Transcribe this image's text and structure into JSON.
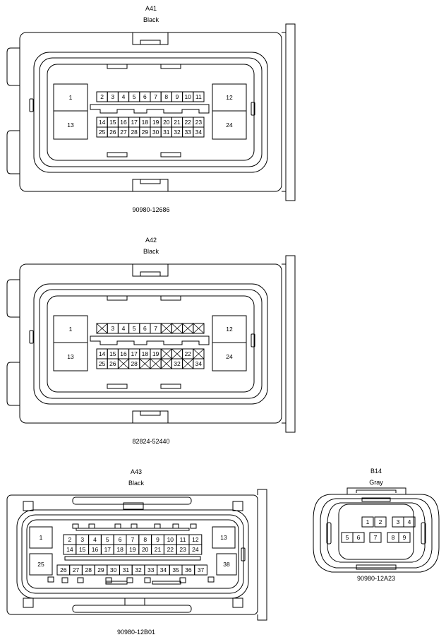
{
  "connectors": [
    {
      "id": "A41",
      "color": "Black",
      "part": "90980-12686",
      "left_pins": [
        {
          "pin": "1"
        },
        {
          "pin": "13"
        }
      ],
      "right_pins": [
        {
          "pin": "12"
        },
        {
          "pin": "24"
        }
      ],
      "top_row": [
        "2",
        "3",
        "4",
        "5",
        "6",
        "7",
        "8",
        "9",
        "10",
        "11"
      ],
      "row2": [
        "14",
        "15",
        "16",
        "17",
        "18",
        "19",
        "20",
        "21",
        "22",
        "23"
      ],
      "row3": [
        "25",
        "26",
        "27",
        "28",
        "29",
        "30",
        "31",
        "32",
        "33",
        "34"
      ]
    },
    {
      "id": "A42",
      "color": "Black",
      "part": "82824-52440",
      "left_pins": [
        {
          "pin": "1"
        },
        {
          "pin": "13"
        }
      ],
      "right_pins": [
        {
          "pin": "12"
        },
        {
          "pin": "24"
        }
      ],
      "top_row": [
        "",
        "3",
        "4",
        "5",
        "6",
        "7",
        "",
        "",
        "",
        ""
      ],
      "row2": [
        "14",
        "15",
        "16",
        "17",
        "18",
        "19",
        "",
        "",
        "22",
        ""
      ],
      "row3": [
        "25",
        "26",
        "",
        "28",
        "",
        "",
        "",
        "32",
        "",
        "34"
      ]
    },
    {
      "id": "A43",
      "color": "Black",
      "part": "90980-12B01",
      "corner_pins": [
        "1",
        "13",
        "25",
        "38"
      ],
      "row1": [
        "2",
        "3",
        "4",
        "5",
        "6",
        "7",
        "8",
        "9",
        "10",
        "11",
        "12"
      ],
      "row2": [
        "14",
        "15",
        "16",
        "17",
        "18",
        "19",
        "20",
        "21",
        "22",
        "23",
        "24"
      ],
      "row3": [
        "26",
        "27",
        "28",
        "29",
        "30",
        "31",
        "32",
        "33",
        "34",
        "35",
        "36",
        "37"
      ]
    },
    {
      "id": "B14",
      "color": "Gray",
      "part": "90980-12A23",
      "pins": [
        "1",
        "2",
        "3",
        "4",
        "5",
        "6",
        "7",
        "8",
        "9"
      ]
    }
  ]
}
